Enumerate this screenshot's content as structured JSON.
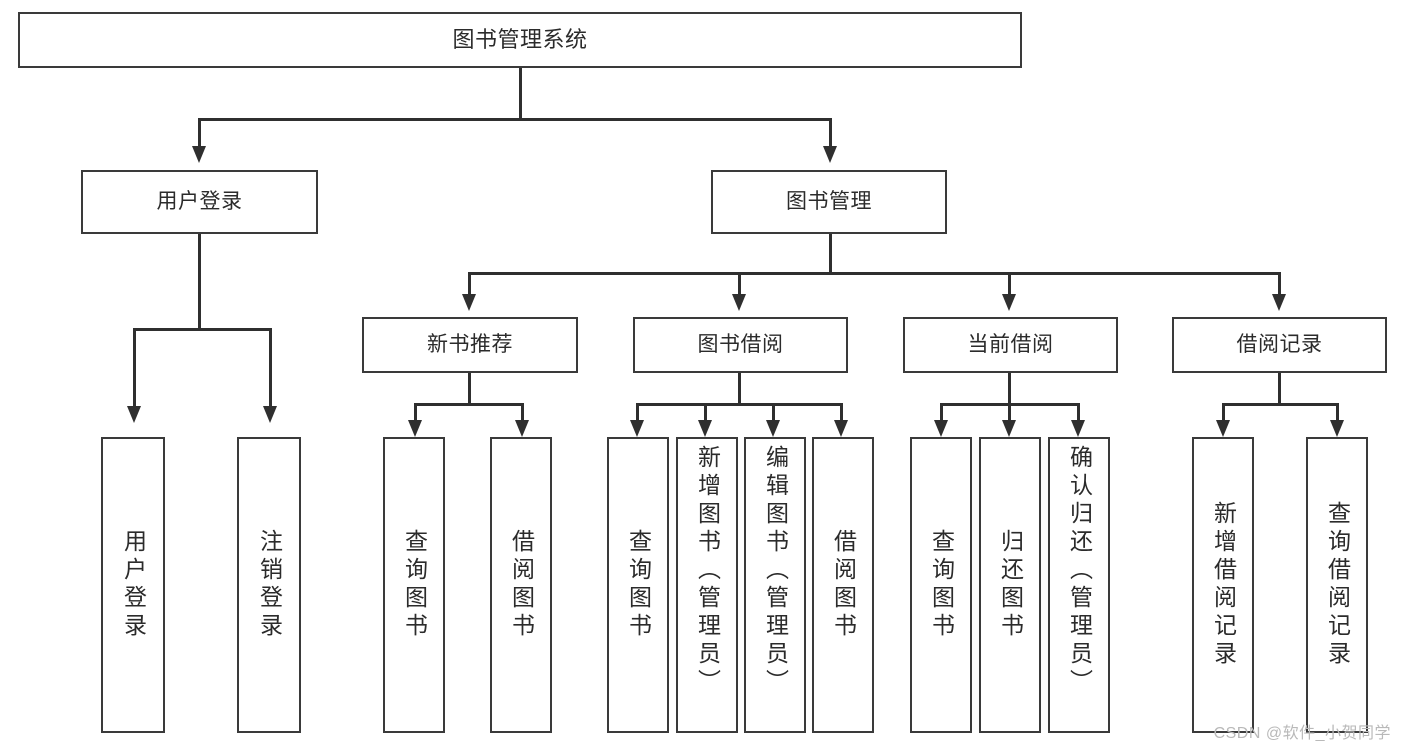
{
  "diagram": {
    "title": "图书管理系统",
    "type": "tree-hierarchy-chart",
    "root": {
      "label": "图书管理系统"
    },
    "level2": [
      {
        "label": "用户登录"
      },
      {
        "label": "图书管理"
      }
    ],
    "level3": [
      {
        "label": "新书推荐"
      },
      {
        "label": "图书借阅"
      },
      {
        "label": "当前借阅"
      },
      {
        "label": "借阅记录"
      }
    ],
    "leaves": {
      "user_login": [
        {
          "label": "用户登录"
        },
        {
          "label": "注销登录"
        }
      ],
      "new_book": [
        {
          "label": "查询图书"
        },
        {
          "label": "借阅图书"
        }
      ],
      "book_borrow": [
        {
          "label": "查询图书"
        },
        {
          "label": "新增图书（管理员）"
        },
        {
          "label": "编辑图书（管理员）"
        },
        {
          "label": "借阅图书"
        }
      ],
      "current_borrow": [
        {
          "label": "查询图书"
        },
        {
          "label": "归还图书"
        },
        {
          "label": "确认归还（管理员）"
        }
      ],
      "borrow_record": [
        {
          "label": "新增借阅记录"
        },
        {
          "label": "查询借阅记录"
        }
      ]
    }
  },
  "watermark": {
    "text": "CSDN @软件_小贺同学"
  },
  "colors": {
    "box_border": "#3a3a3a",
    "connector": "#2f2f2f",
    "text": "#2b2b2b",
    "background": "#ffffff",
    "watermark": "#b9b9b9"
  }
}
